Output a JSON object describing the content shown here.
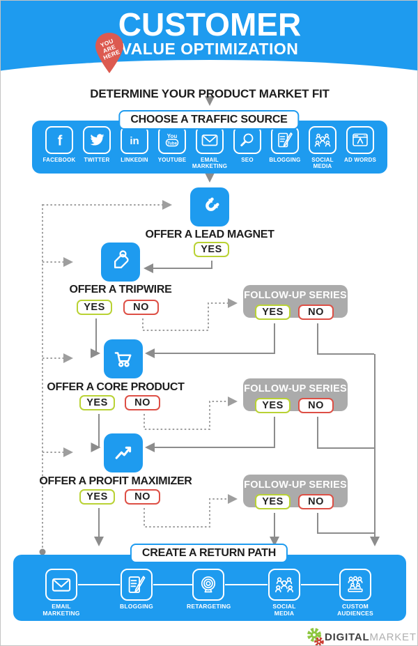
{
  "header": {
    "title": "CUSTOMER",
    "subtitle": "VALUE OPTIMIZATION",
    "pin": [
      "YOU",
      "ARE",
      "HERE"
    ]
  },
  "steps": {
    "market_fit": "DETERMINE YOUR PRODUCT MARKET FIT",
    "traffic_source": "CHOOSE A TRAFFIC SOURCE",
    "return_path": "CREATE A RETURN PATH"
  },
  "traffic_sources": [
    {
      "label": "FACEBOOK",
      "icon": "facebook-icon"
    },
    {
      "label": "TWITTER",
      "icon": "twitter-icon"
    },
    {
      "label": "LINKEDIN",
      "icon": "linkedin-icon"
    },
    {
      "label": "YOUTUBE",
      "icon": "youtube-icon"
    },
    {
      "label": "EMAIL MARKETING",
      "icon": "email-icon"
    },
    {
      "label": "SEO",
      "icon": "magnifier-icon"
    },
    {
      "label": "BLOGGING",
      "icon": "blogging-icon"
    },
    {
      "label": "SOCIAL MEDIA",
      "icon": "social-media-icon"
    },
    {
      "label": "AD WORDS",
      "icon": "adwords-icon"
    }
  ],
  "flow": [
    {
      "label": "OFFER A LEAD MAGNET",
      "icon": "magnet-icon",
      "yes": "YES"
    },
    {
      "label": "OFFER A TRIPWIRE",
      "icon": "price-tag-icon",
      "yes": "YES",
      "no": "NO"
    },
    {
      "label": "OFFER A CORE PRODUCT",
      "icon": "shopping-cart-icon",
      "yes": "YES",
      "no": "NO"
    },
    {
      "label": "OFFER A PROFIT MAXIMIZER",
      "icon": "growth-chart-icon",
      "yes": "YES",
      "no": "NO"
    }
  ],
  "followups": [
    {
      "label": "FOLLOW-UP SERIES",
      "yes": "YES",
      "no": "NO"
    },
    {
      "label": "FOLLOW-UP SERIES",
      "yes": "YES",
      "no": "NO"
    },
    {
      "label": "FOLLOW-UP SERIES",
      "yes": "YES",
      "no": "NO"
    }
  ],
  "return_channels": [
    {
      "label": "EMAIL MARKETING",
      "icon": "email-icon"
    },
    {
      "label": "BLOGGING",
      "icon": "blogging-icon"
    },
    {
      "label": "RETARGETING",
      "icon": "retargeting-icon"
    },
    {
      "label": "SOCIAL MEDIA",
      "icon": "social-media-icon"
    },
    {
      "label": "CUSTOM AUDIENCES",
      "icon": "custom-audiences-icon"
    }
  ],
  "footer": {
    "brand_bold": "DIGITAL",
    "brand_light": "MARKETER"
  },
  "colors": {
    "blue": "#1e9bef",
    "green": "#b9d234",
    "red": "#dd4f45",
    "gray": "#ababab",
    "pin": "#dc5a50",
    "line": "#8c8c8c",
    "text": "#1d1d1d"
  }
}
